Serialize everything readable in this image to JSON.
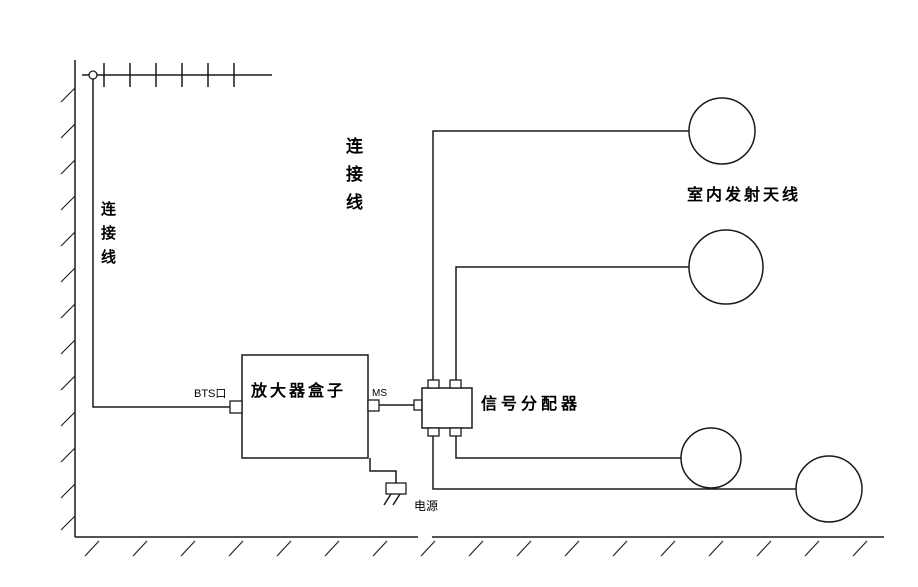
{
  "diagram": {
    "background": "#ffffff",
    "line_color": "#1a1a1a",
    "labels": {
      "outdoor_cable": "连接线",
      "indoor_cable": "连接线",
      "bts_port": "BTS口",
      "amplifier_box": "放大器盒子",
      "ms_port": "MS",
      "signal_splitter": "信号分配器",
      "power": "电源",
      "indoor_antennas": "室内发射天线"
    },
    "indoor_antenna_count": 4
  }
}
